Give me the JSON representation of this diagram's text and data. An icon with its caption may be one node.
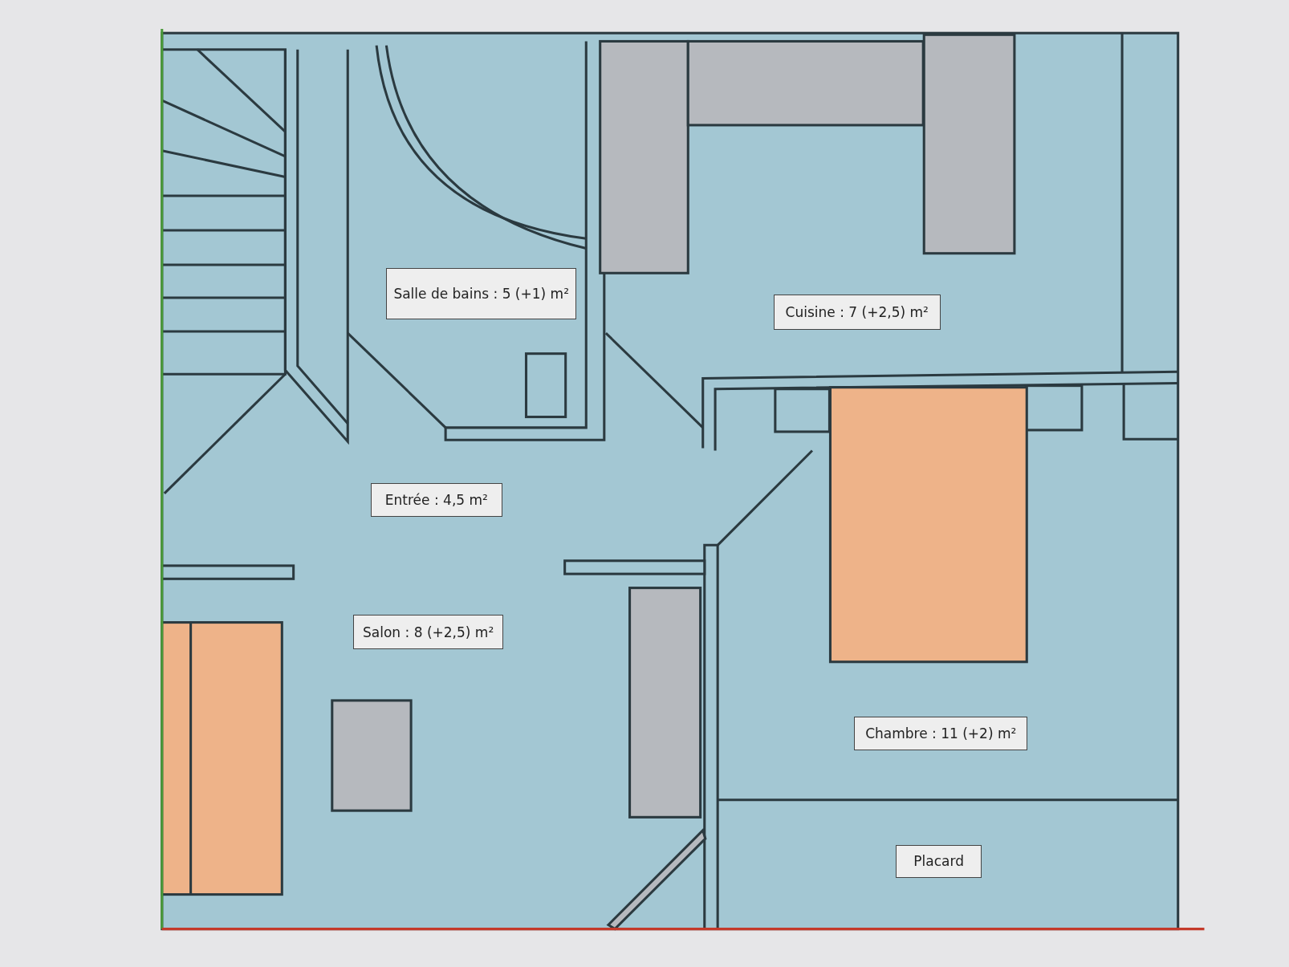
{
  "diagram": {
    "nodes": [
      {
        "text": [
          "Salle de bains : 5 (+1) m²"
        ]
      },
      {
        "text": [
          "Cuisine : 7 (+2,5) m²"
        ]
      },
      {
        "text": [
          "Entrée : 4,5 m²"
        ]
      },
      {
        "text": [
          "Salon : 8 (+2,5) m²"
        ]
      },
      {
        "text": [
          "Chambre : 11 (+2) m²"
        ]
      },
      {
        "text": [
          "Placard"
        ]
      }
    ]
  }
}
